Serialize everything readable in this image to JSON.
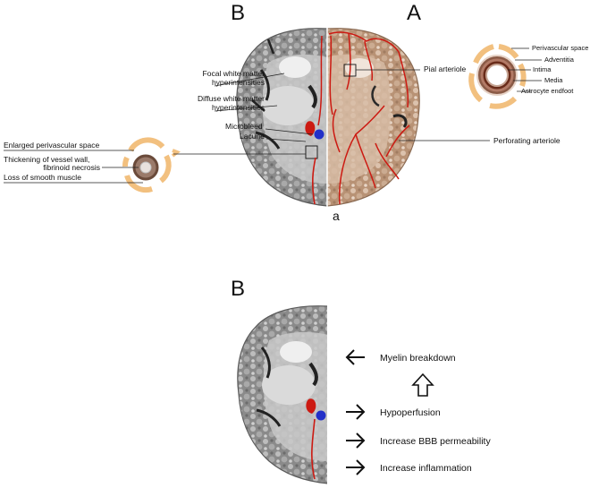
{
  "top_panel": {
    "letter_left": "B",
    "letter_right": "A",
    "sublabel": "a",
    "labels_left": {
      "focal_wmh": [
        "Focal white matter",
        "hyperintensities"
      ],
      "diffuse_wmh": [
        "Diffuse white matter",
        "hyperintensities"
      ],
      "microbleed": "Microbleed",
      "lacune": "Lacune",
      "enlarged_pvs": "Enlarged perivascular space",
      "thickening": [
        "Thickening of vessel wall,",
        "fibrinoid necrosis"
      ],
      "smooth_muscle": "Loss of smooth muscle"
    },
    "labels_right": {
      "pial_arteriole": "Pial arteriole",
      "perforating_arteriole": "Perforating arteriole",
      "perivascular_space": "Perivascular space",
      "adventitia": "Adventitia",
      "intima": "Intima",
      "media": "Media",
      "astrocyte_endfoot": "Astrocyte endfoot"
    }
  },
  "bottom_panel": {
    "letter": "B",
    "mechanisms": {
      "myelin": "Myelin breakdown",
      "hypoperfusion": "Hypoperfusion",
      "bbb": "Increase BBB permeability",
      "inflammation": "Increase inflammation"
    }
  },
  "colors": {
    "vessel_red": "#cc1a12",
    "microbleed_blue": "#2330c8",
    "perivascular_tan": "#f2c07f",
    "vessel_brown": "#7a3a24",
    "healthy_tissue": "#c9a88c",
    "diseased_tissue": "#8f8f8f"
  }
}
